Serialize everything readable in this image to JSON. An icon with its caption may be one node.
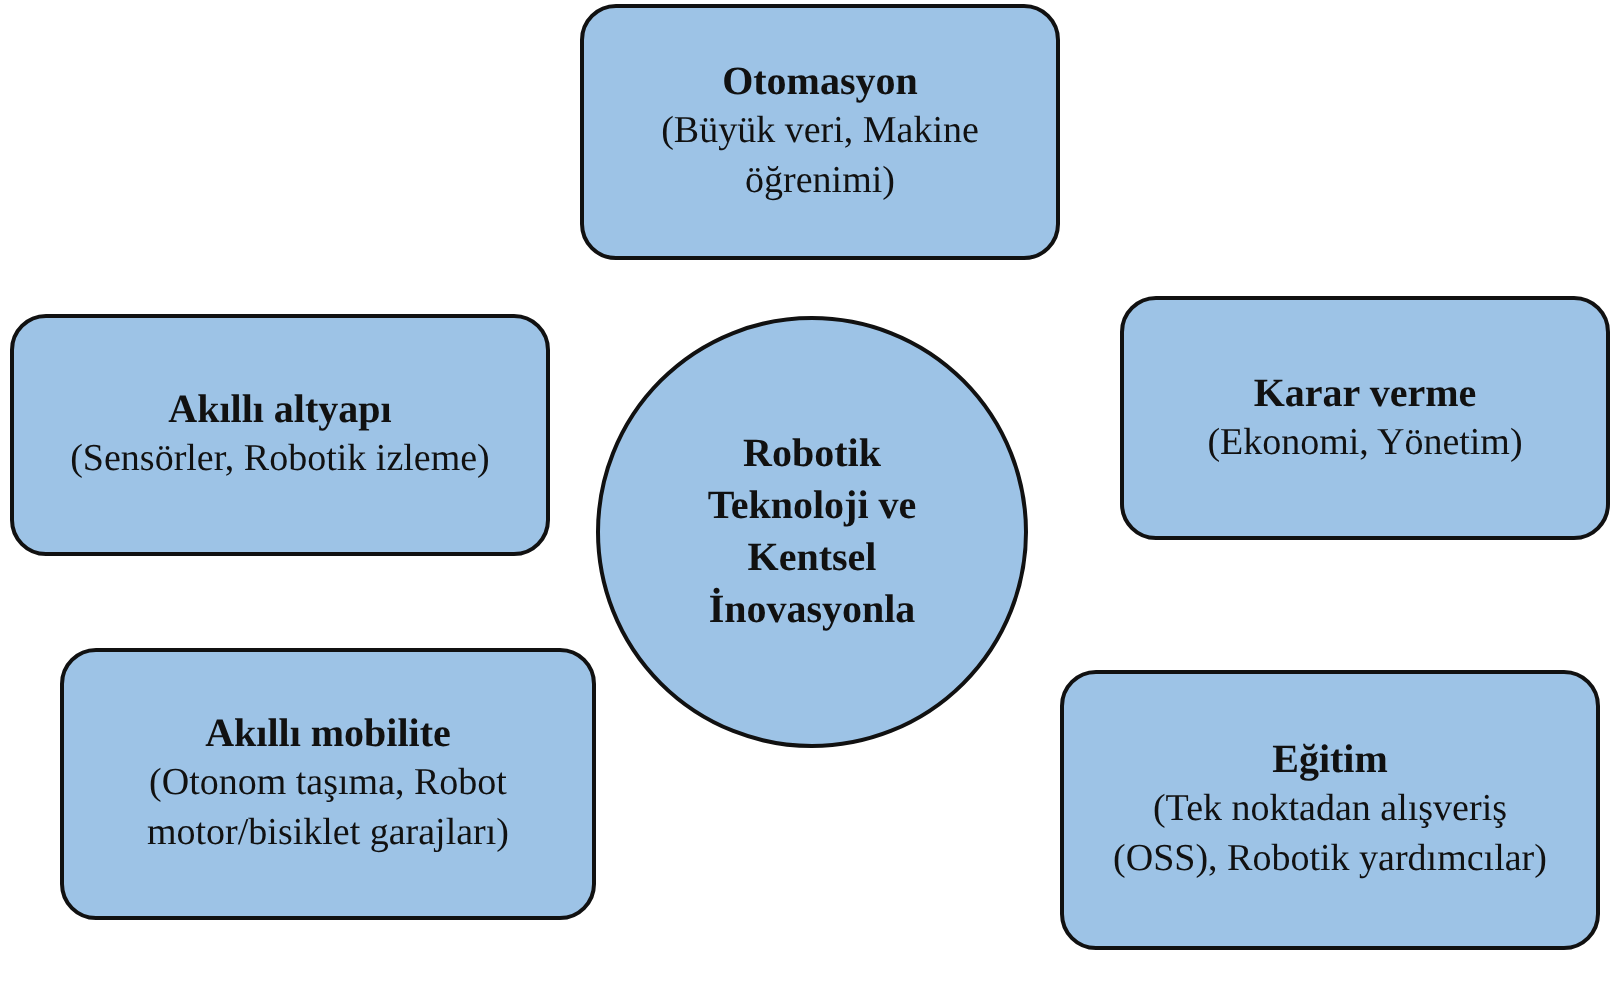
{
  "diagram": {
    "nodes": [
      {
        "text": [
          "Otomasyon",
          "(Büyük veri, Makine öğrenimi)"
        ]
      },
      {
        "text": [
          "Akıllı altyapı",
          "(Sensörler, Robotik izleme)"
        ]
      },
      {
        "text": [
          "Robotik Teknoloji ve Kentsel İnovasyonla"
        ]
      },
      {
        "text": [
          "Karar verme",
          "(Ekonomi, Yönetim)"
        ]
      },
      {
        "text": [
          "Akıllı mobilite",
          "(Otonom taşıma, Robot motor/bisiklet garajları)"
        ]
      },
      {
        "text": [
          "Eğitim",
          "(Tek noktadan alışveriş (OSS), Robotik yardımcılar)"
        ]
      }
    ]
  }
}
